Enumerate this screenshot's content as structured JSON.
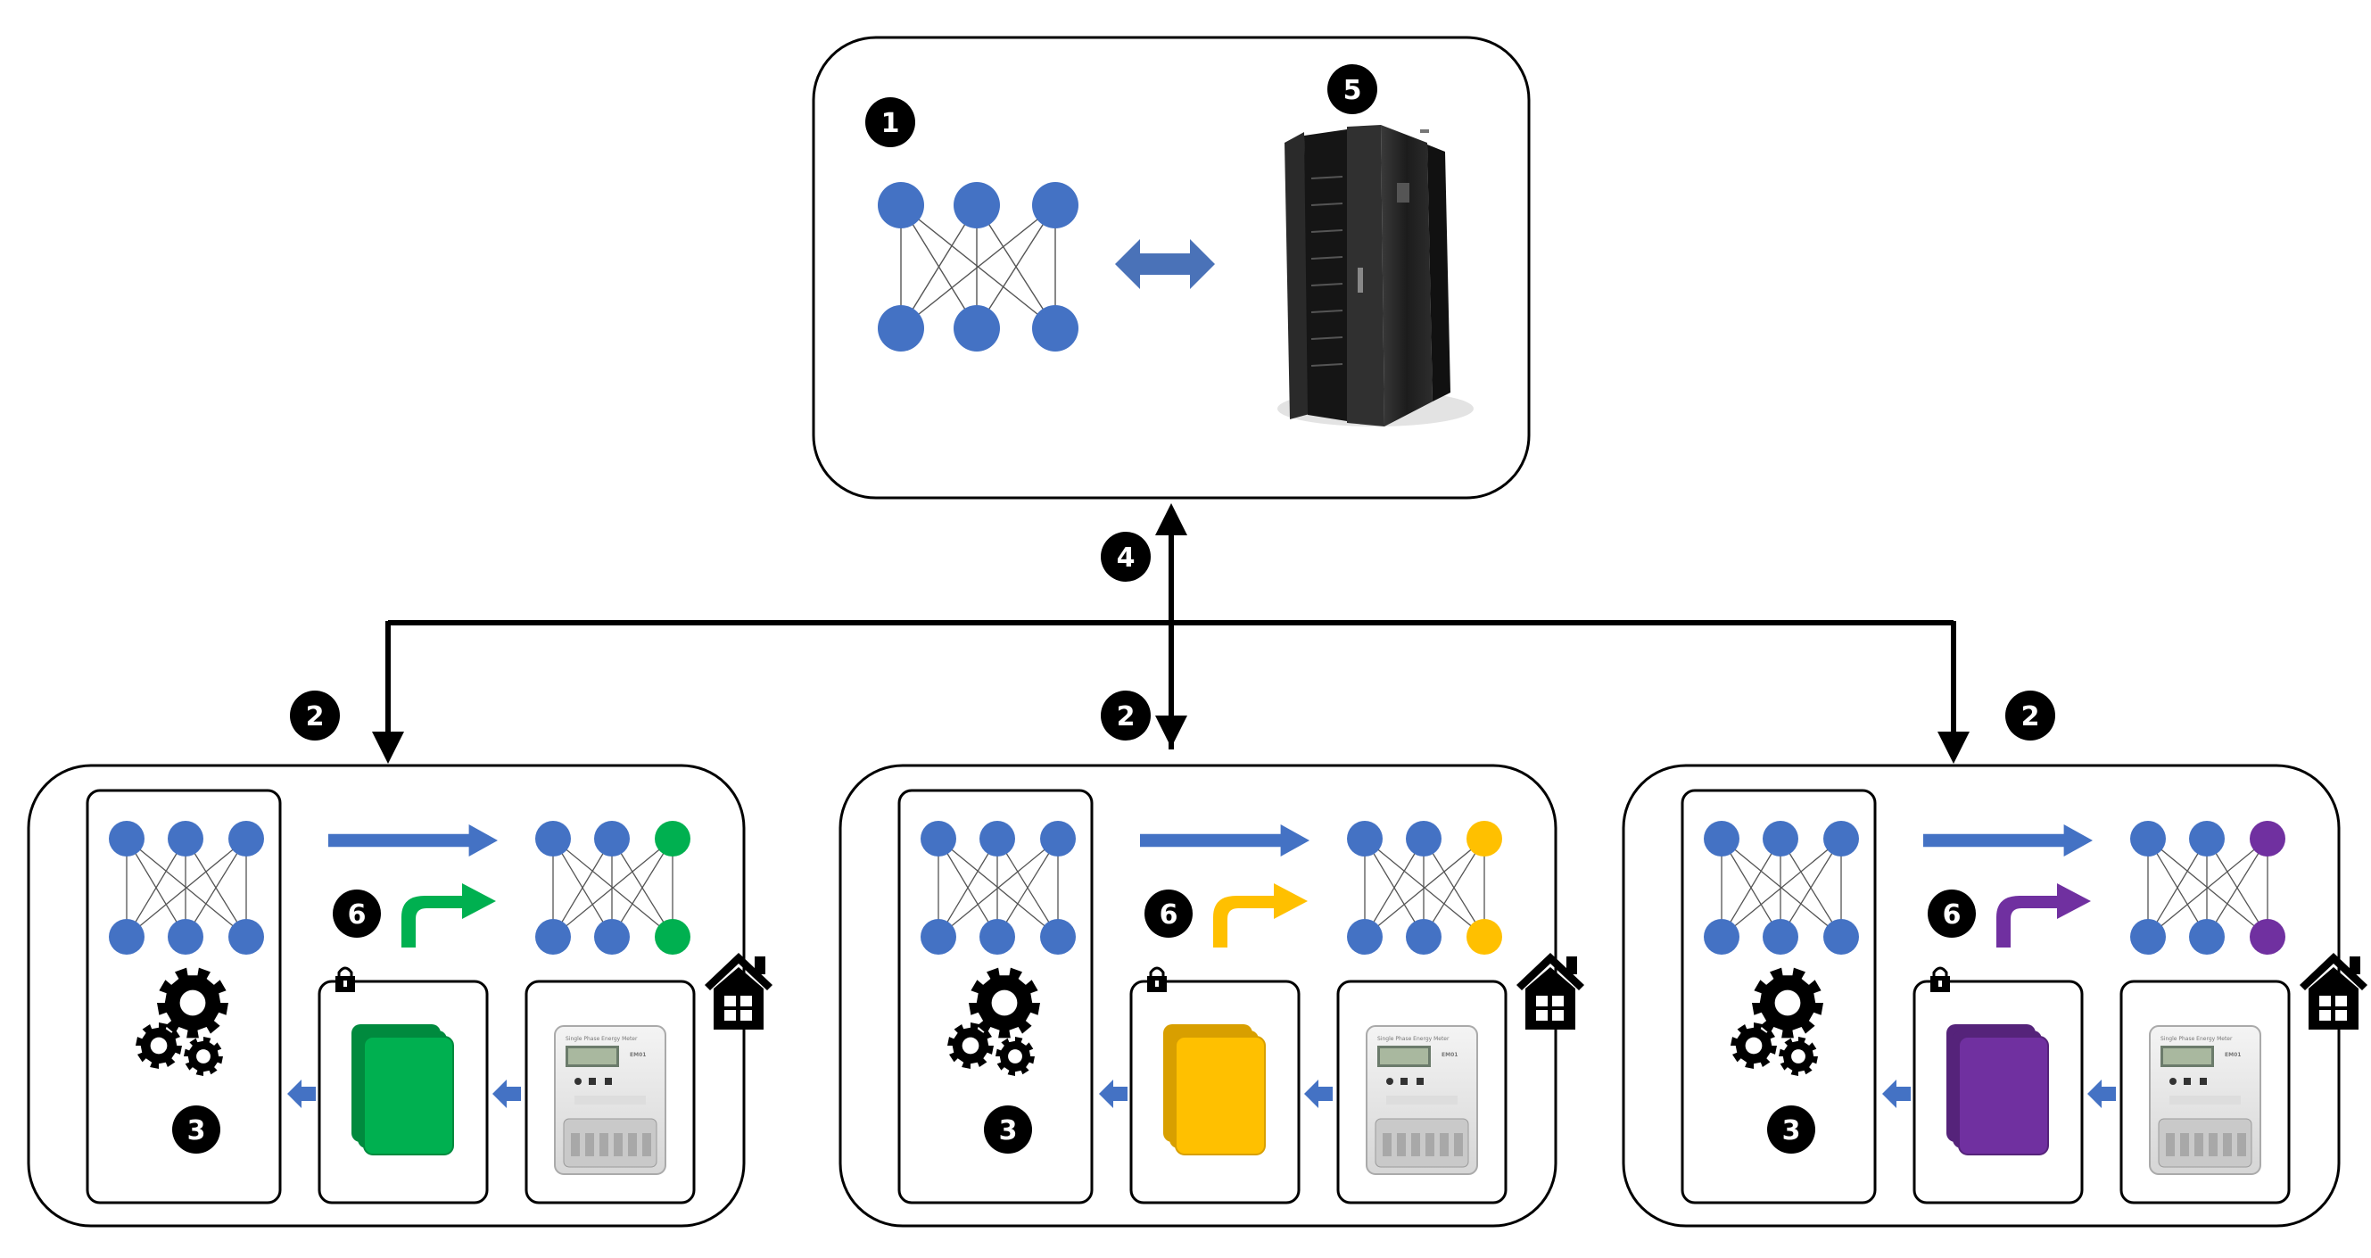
{
  "badges": {
    "global_model": "1",
    "clients": "2",
    "local_training": "3",
    "communication": "4",
    "server": "5",
    "personalization": "6"
  },
  "meter_brand": "EM01",
  "meter_caption": "Single Phase Energy Meter",
  "colors": {
    "node_blue": "#4472c4",
    "arrow_blue": "#4472c4",
    "double_arrow": "#4a72b8",
    "client_green": "#00b050",
    "client_yellow": "#ffc000",
    "client_purple": "#7030a0",
    "outline": "#000000",
    "server_body": "#232323"
  },
  "clients": [
    {
      "accent": "#00b050",
      "accent_dark": "#008a3e"
    },
    {
      "accent": "#ffc000",
      "accent_dark": "#d89f00"
    },
    {
      "accent": "#7030a0",
      "accent_dark": "#55237a"
    }
  ]
}
